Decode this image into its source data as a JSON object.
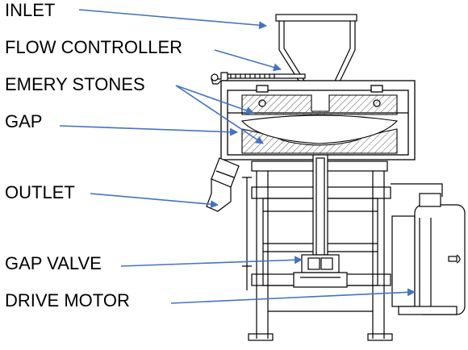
{
  "labels": {
    "inlet": "INLET",
    "flow_controller": "FLOW CONTROLLER",
    "emery_stones": "EMERY STONES",
    "gap": "GAP",
    "outlet": "OUTLET",
    "gap_valve": "GAP VALVE",
    "drive_motor": "DRIVE MOTOR"
  },
  "colors": {
    "arrow": "#4472C4",
    "drawing": "#000000",
    "hatch": "#555555"
  }
}
